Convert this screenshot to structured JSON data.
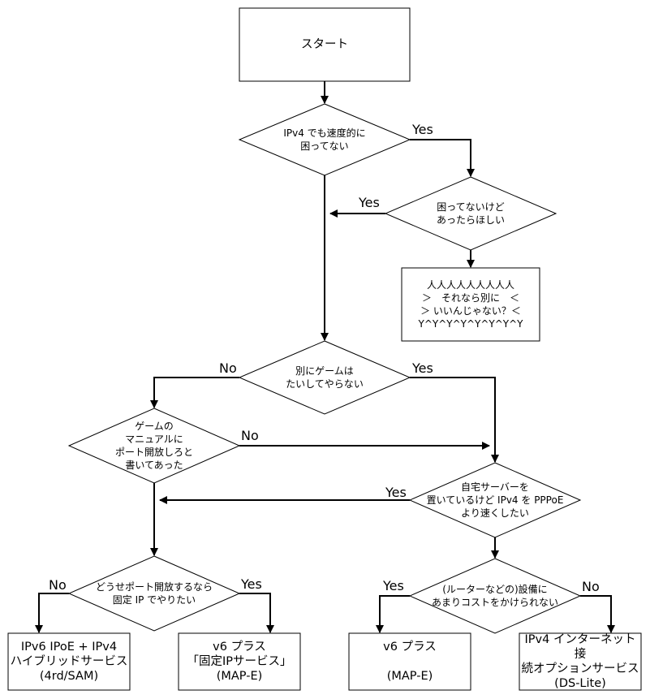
{
  "nodes": {
    "start": "スタート",
    "d1": "IPv4 でも速度的に\n困ってない",
    "d2": "困ってないけど\nあったらほしい",
    "note": "人人人人人人人人人\n＞　それなら別に　＜\n＞ いいんじゃない？＜\nY^Y^Y^Y^Y^Y^Y^Y",
    "d3": "別にゲームは\nたいしてやらない",
    "d4": "ゲームの\nマニュアルに\nポート開放しろと\n書いてあった",
    "d5": "自宅サーバーを\n置いているけど IPv4 を PPPoE\nより速くしたい",
    "d6": "どうせポート開放するなら\n固定 IP でやりたい",
    "d7": "(ルーターなどの)設備に\nあまりコストをかけられない",
    "r1": "IPv6 IPoE + IPv4\nハイブリッドサービス\n(4rd/SAM)",
    "r2": "v6 プラス\n「固定IPサービス」\n(MAP-E)",
    "r3": "v6 プラス\n\n(MAP-E)",
    "r4": "IPv4 インターネット接\n続オプションサービス\n(DS-Lite)"
  },
  "edges": {
    "yes": "Yes",
    "no": "No"
  }
}
